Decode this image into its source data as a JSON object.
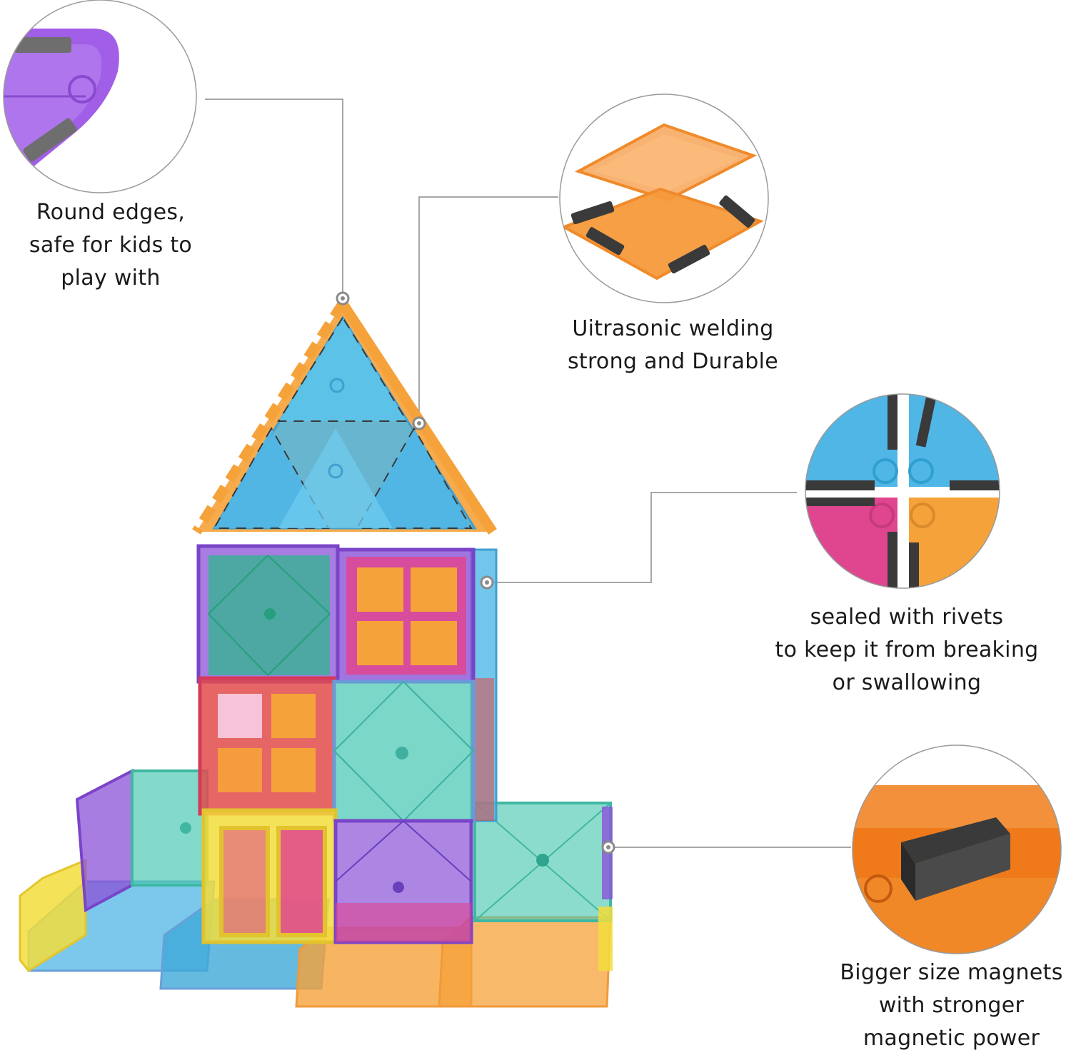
{
  "palette": {
    "background": "#ffffff",
    "leader_line": "#8a8a8a",
    "purple": "#8a52d8",
    "orange": "#f5a23a",
    "blue": "#4fb6e6",
    "teal": "#4fc9b4",
    "green": "#2fb68c",
    "pink": "#e0458f",
    "red": "#e24b4b",
    "yellow": "#f2dd3c",
    "magnet": "#3a3a3a"
  },
  "callouts": [
    {
      "id": "round-edges",
      "lines": [
        "Round edges,",
        "safe for kids to",
        "play with"
      ]
    },
    {
      "id": "ultrasonic-welding",
      "lines": [
        "Uitrasonic welding",
        "strong and Durable"
      ]
    },
    {
      "id": "sealed-rivets",
      "lines": [
        "sealed with rivets",
        "to keep it from breaking",
        "or swallowing"
      ]
    },
    {
      "id": "bigger-magnets",
      "lines": [
        "Bigger size magnets",
        "with stronger",
        "magnetic power"
      ]
    }
  ]
}
